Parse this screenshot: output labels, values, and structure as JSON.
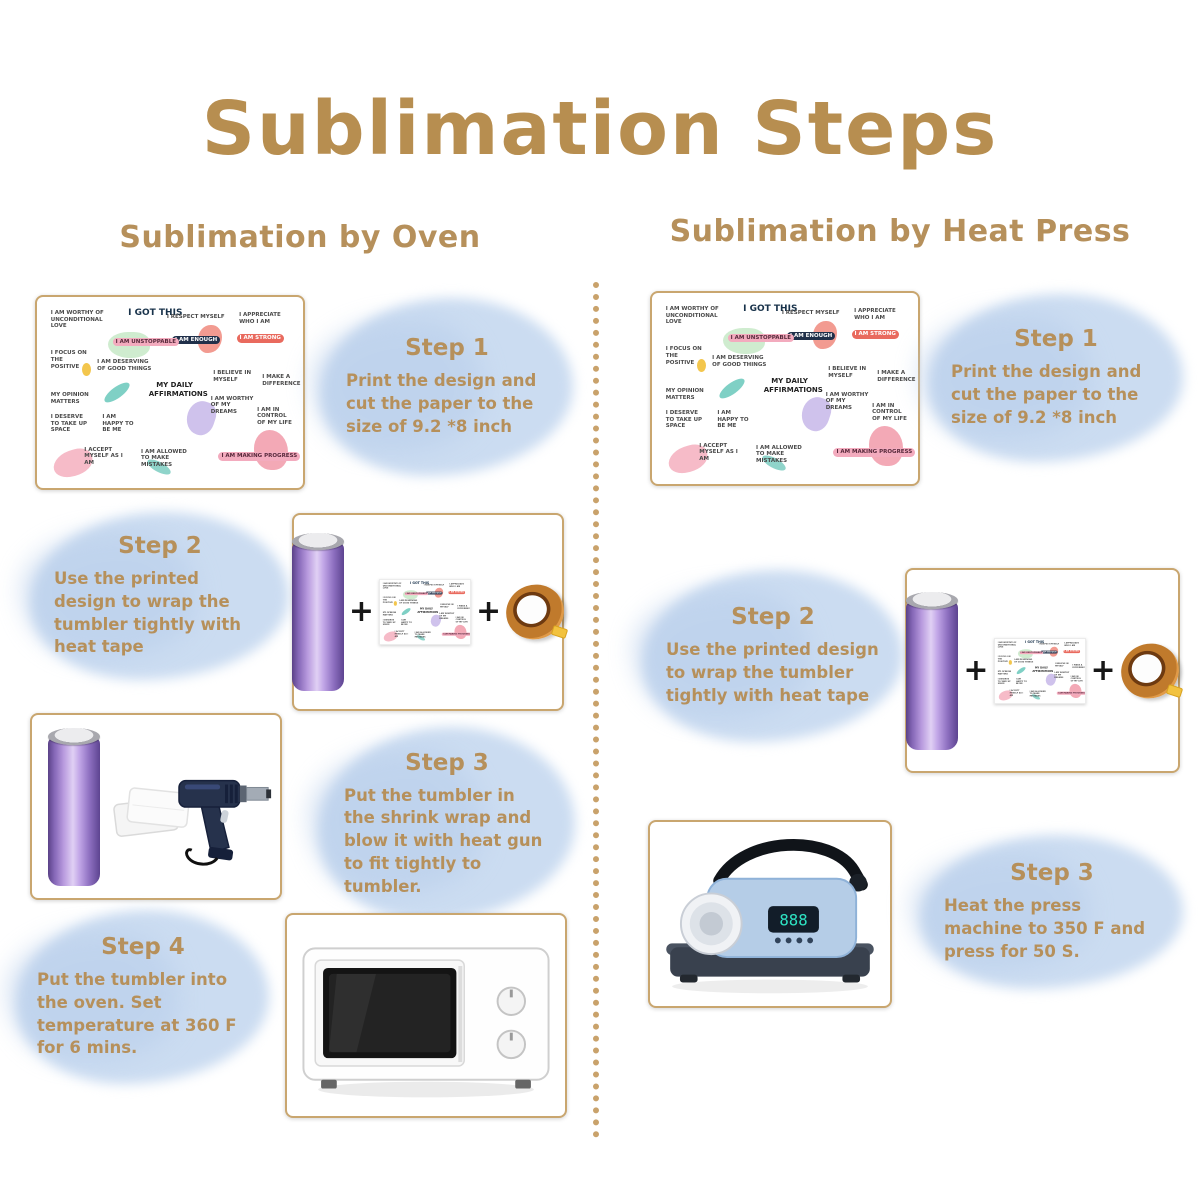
{
  "title": "Sublimation Steps",
  "plus": "+",
  "oven": {
    "heading": "Sublimation by Oven",
    "step1": {
      "label": "Step 1",
      "text": "Print the design and cut the paper to the size of 9.2 *8 inch"
    },
    "step2": {
      "label": "Step 2",
      "text": "Use the printed design to wrap the tumbler tightly with heat tape"
    },
    "step3": {
      "label": "Step 3",
      "text": "Put the tumbler in the shrink wrap and blow it with heat gun to fit tightly to tumbler."
    },
    "step4": {
      "label": "Step 4",
      "text": "Put the tumbler into the oven. Set temperature at 360 F for 6 mins."
    }
  },
  "heat_press": {
    "heading": "Sublimation by Heat Press",
    "display": "888",
    "step1": {
      "label": "Step 1",
      "text": "Print the design and cut the paper to the size of 9.2 *8 inch"
    },
    "step2": {
      "label": "Step 2",
      "text": "Use the printed design to wrap the tumbler tightly with heat tape"
    },
    "step3": {
      "label": "Step 3",
      "text": "Heat the press machine to 350 F  and press for 50 S."
    }
  },
  "design_sheet": {
    "center_label": "MY DAILY AFFIRMATIONS",
    "phrases": [
      "I AM WORTHY OF UNCONDITIONAL LOVE",
      "I GOT THIS",
      "I RESPECT MYSELF",
      "I APPRECIATE WHO I AM",
      "I AM ENOUGH",
      "I AM STRONG",
      "I FOCUS ON THE POSITIVE",
      "I AM UNSTOPPABLE",
      "I AM DESERVING OF GOOD THINGS",
      "MY DAILY AFFIRMATIONS",
      "I BELIEVE IN MYSELF",
      "I AM WORTHY OF MY DREAMS",
      "I MAKE A DIFFERENCE",
      "I AM IN CONTROL OF MY LIFE",
      "MY OPINION MATTERS",
      "I DESERVE TO TAKE UP SPACE",
      "I AM HAPPY TO BE ME",
      "I ACCEPT MYSELF AS I AM",
      "I AM ALLOWED TO MAKE MISTAKES",
      "I AM MAKING PROGRESS"
    ]
  },
  "colors": {
    "accent_tan": "#b6905b",
    "blob_blue": "#cbdcf1",
    "tumbler_purple": "#9a7cc9",
    "tape_copper": "#c07a2c"
  }
}
